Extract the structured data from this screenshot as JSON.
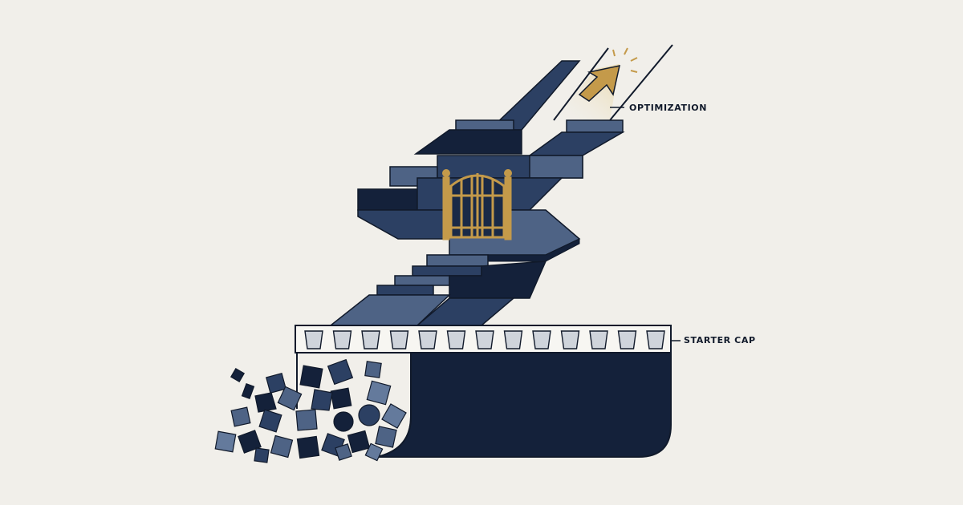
{
  "labels": {
    "optimization": "OPTIMIZATION",
    "starter_cap": "STARTER CAP"
  },
  "icons": {
    "gate": "gate-icon",
    "arrow": "up-right-arrow-icon"
  },
  "cap": {
    "cup_count": 13
  },
  "colors": {
    "background": "#f1efea",
    "navy_dark": "#14213a",
    "navy_mid": "#2c4063",
    "steel_blue": "#4e6385",
    "steel_light": "#647a9c",
    "gold": "#c49a4a",
    "cup_fill": "#cfd4db",
    "outline": "#111a2b"
  }
}
